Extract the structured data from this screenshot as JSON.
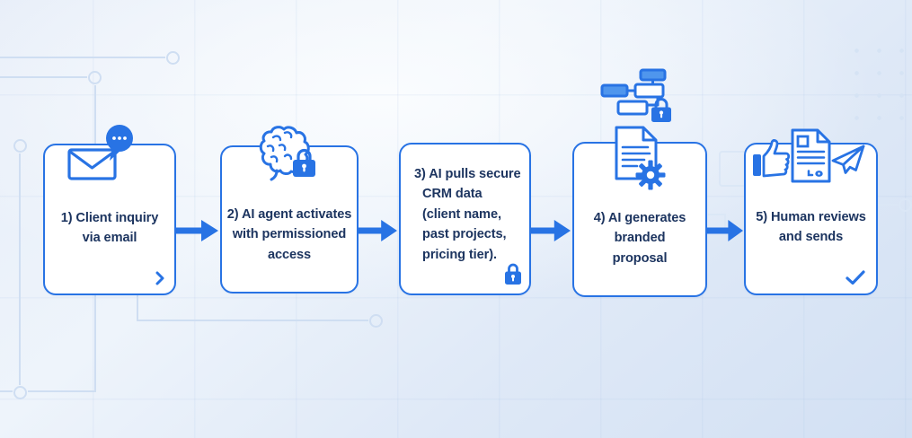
{
  "meta": {
    "description": "Five-step AI agent proposal workflow flowchart"
  },
  "colors": {
    "accent_blue": "#2873e4",
    "icon_fill_blue": "#4f96ed",
    "text_navy": "#1d3560",
    "card_background": "#ffffff",
    "background_line": "#cfdef2"
  },
  "flow": {
    "connector": "arrow-right",
    "steps": [
      {
        "number": "1",
        "lines": [
          "1) Client inquiry",
          "via email"
        ],
        "icons": [
          "envelope-icon",
          "chat-bubble-icon"
        ],
        "corner_mark": "chevron-right"
      },
      {
        "number": "2",
        "lines": [
          "2) AI agent activates",
          "with permissioned",
          "access"
        ],
        "icons": [
          "brain-icon",
          "lock-icon"
        ],
        "corner_mark": ""
      },
      {
        "number": "3",
        "lines": [
          "3) AI pulls secure",
          "CRM data",
          "(client name,",
          "past projects,",
          "pricing tier)."
        ],
        "icons": [
          "lock-icon"
        ],
        "corner_mark": ""
      },
      {
        "number": "4",
        "lines": [
          "4) AI generates",
          "branded",
          "proposal"
        ],
        "icons": [
          "workflow-diagram-lock-icon",
          "document-gear-icon"
        ],
        "corner_mark": ""
      },
      {
        "number": "5",
        "lines": [
          "5) Human reviews",
          "and sends"
        ],
        "icons": [
          "thumbs-up-icon",
          "document-icon",
          "paper-plane-icon"
        ],
        "corner_mark": "checkmark"
      }
    ]
  }
}
